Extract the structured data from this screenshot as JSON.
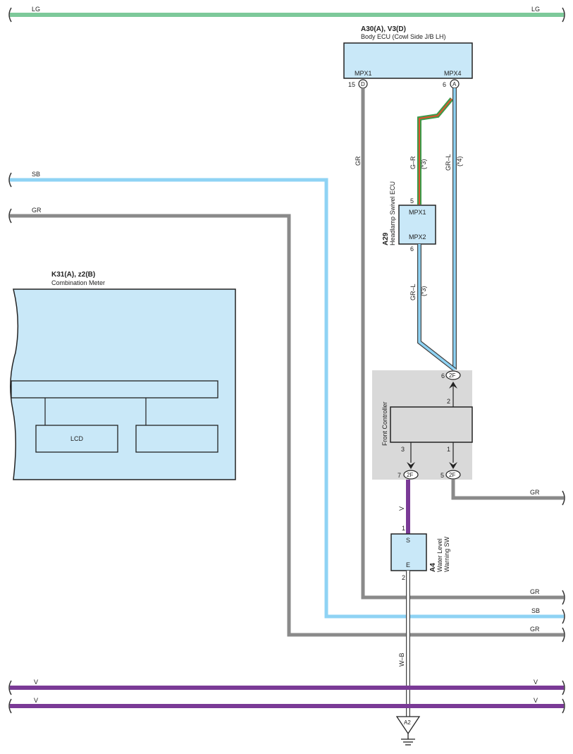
{
  "colors": {
    "LG": "#7dc99a",
    "SB": "#8fd3f4",
    "GR": "#8a8a8a",
    "V": "#7a3a96",
    "GR_R_green": "#3c9a4a",
    "GR_R_red": "#e0522d",
    "W_B_border": "#444444",
    "box_fill": "#c9e8f8",
    "controller_bg": "#d9d9d9"
  },
  "wire_labels": {
    "lg": "LG",
    "sb": "SB",
    "gr": "GR",
    "v": "V",
    "g_r": "G–R",
    "gr_l": "GR–L",
    "w_b": "W–B"
  },
  "notes": {
    "n3": "(*3)",
    "n4": "(*4)"
  },
  "body_ecu": {
    "code": "A30(A), V3(D)",
    "name": "Body ECU (Cowl Side J/B LH)",
    "mpx1": "MPX1",
    "mpx4": "MPX4",
    "pin15": "15",
    "pin6": "6",
    "conn_d": "D",
    "conn_a": "A"
  },
  "swivel_ecu": {
    "code": "A29",
    "name": "Headlamp Swivel ECU",
    "mpx1": "MPX1",
    "mpx2": "MPX2",
    "pin5": "5",
    "pin6": "6"
  },
  "front_controller": {
    "name": "Front Controller",
    "pin_top": "6",
    "pin_2": "2",
    "pin_3": "3",
    "pin_1": "1",
    "pin_7": "7",
    "pin_5": "5",
    "conn": "2F"
  },
  "combination_meter": {
    "code": "K31(A), z2(B)",
    "name": "Combination Meter",
    "lcd": "LCD"
  },
  "water_sw": {
    "code": "A4",
    "name_line1": "Water Level",
    "name_line2": "Warning SW",
    "s": "S",
    "e": "E",
    "pin1": "1",
    "pin2": "2"
  },
  "ground": {
    "label": "A2"
  }
}
